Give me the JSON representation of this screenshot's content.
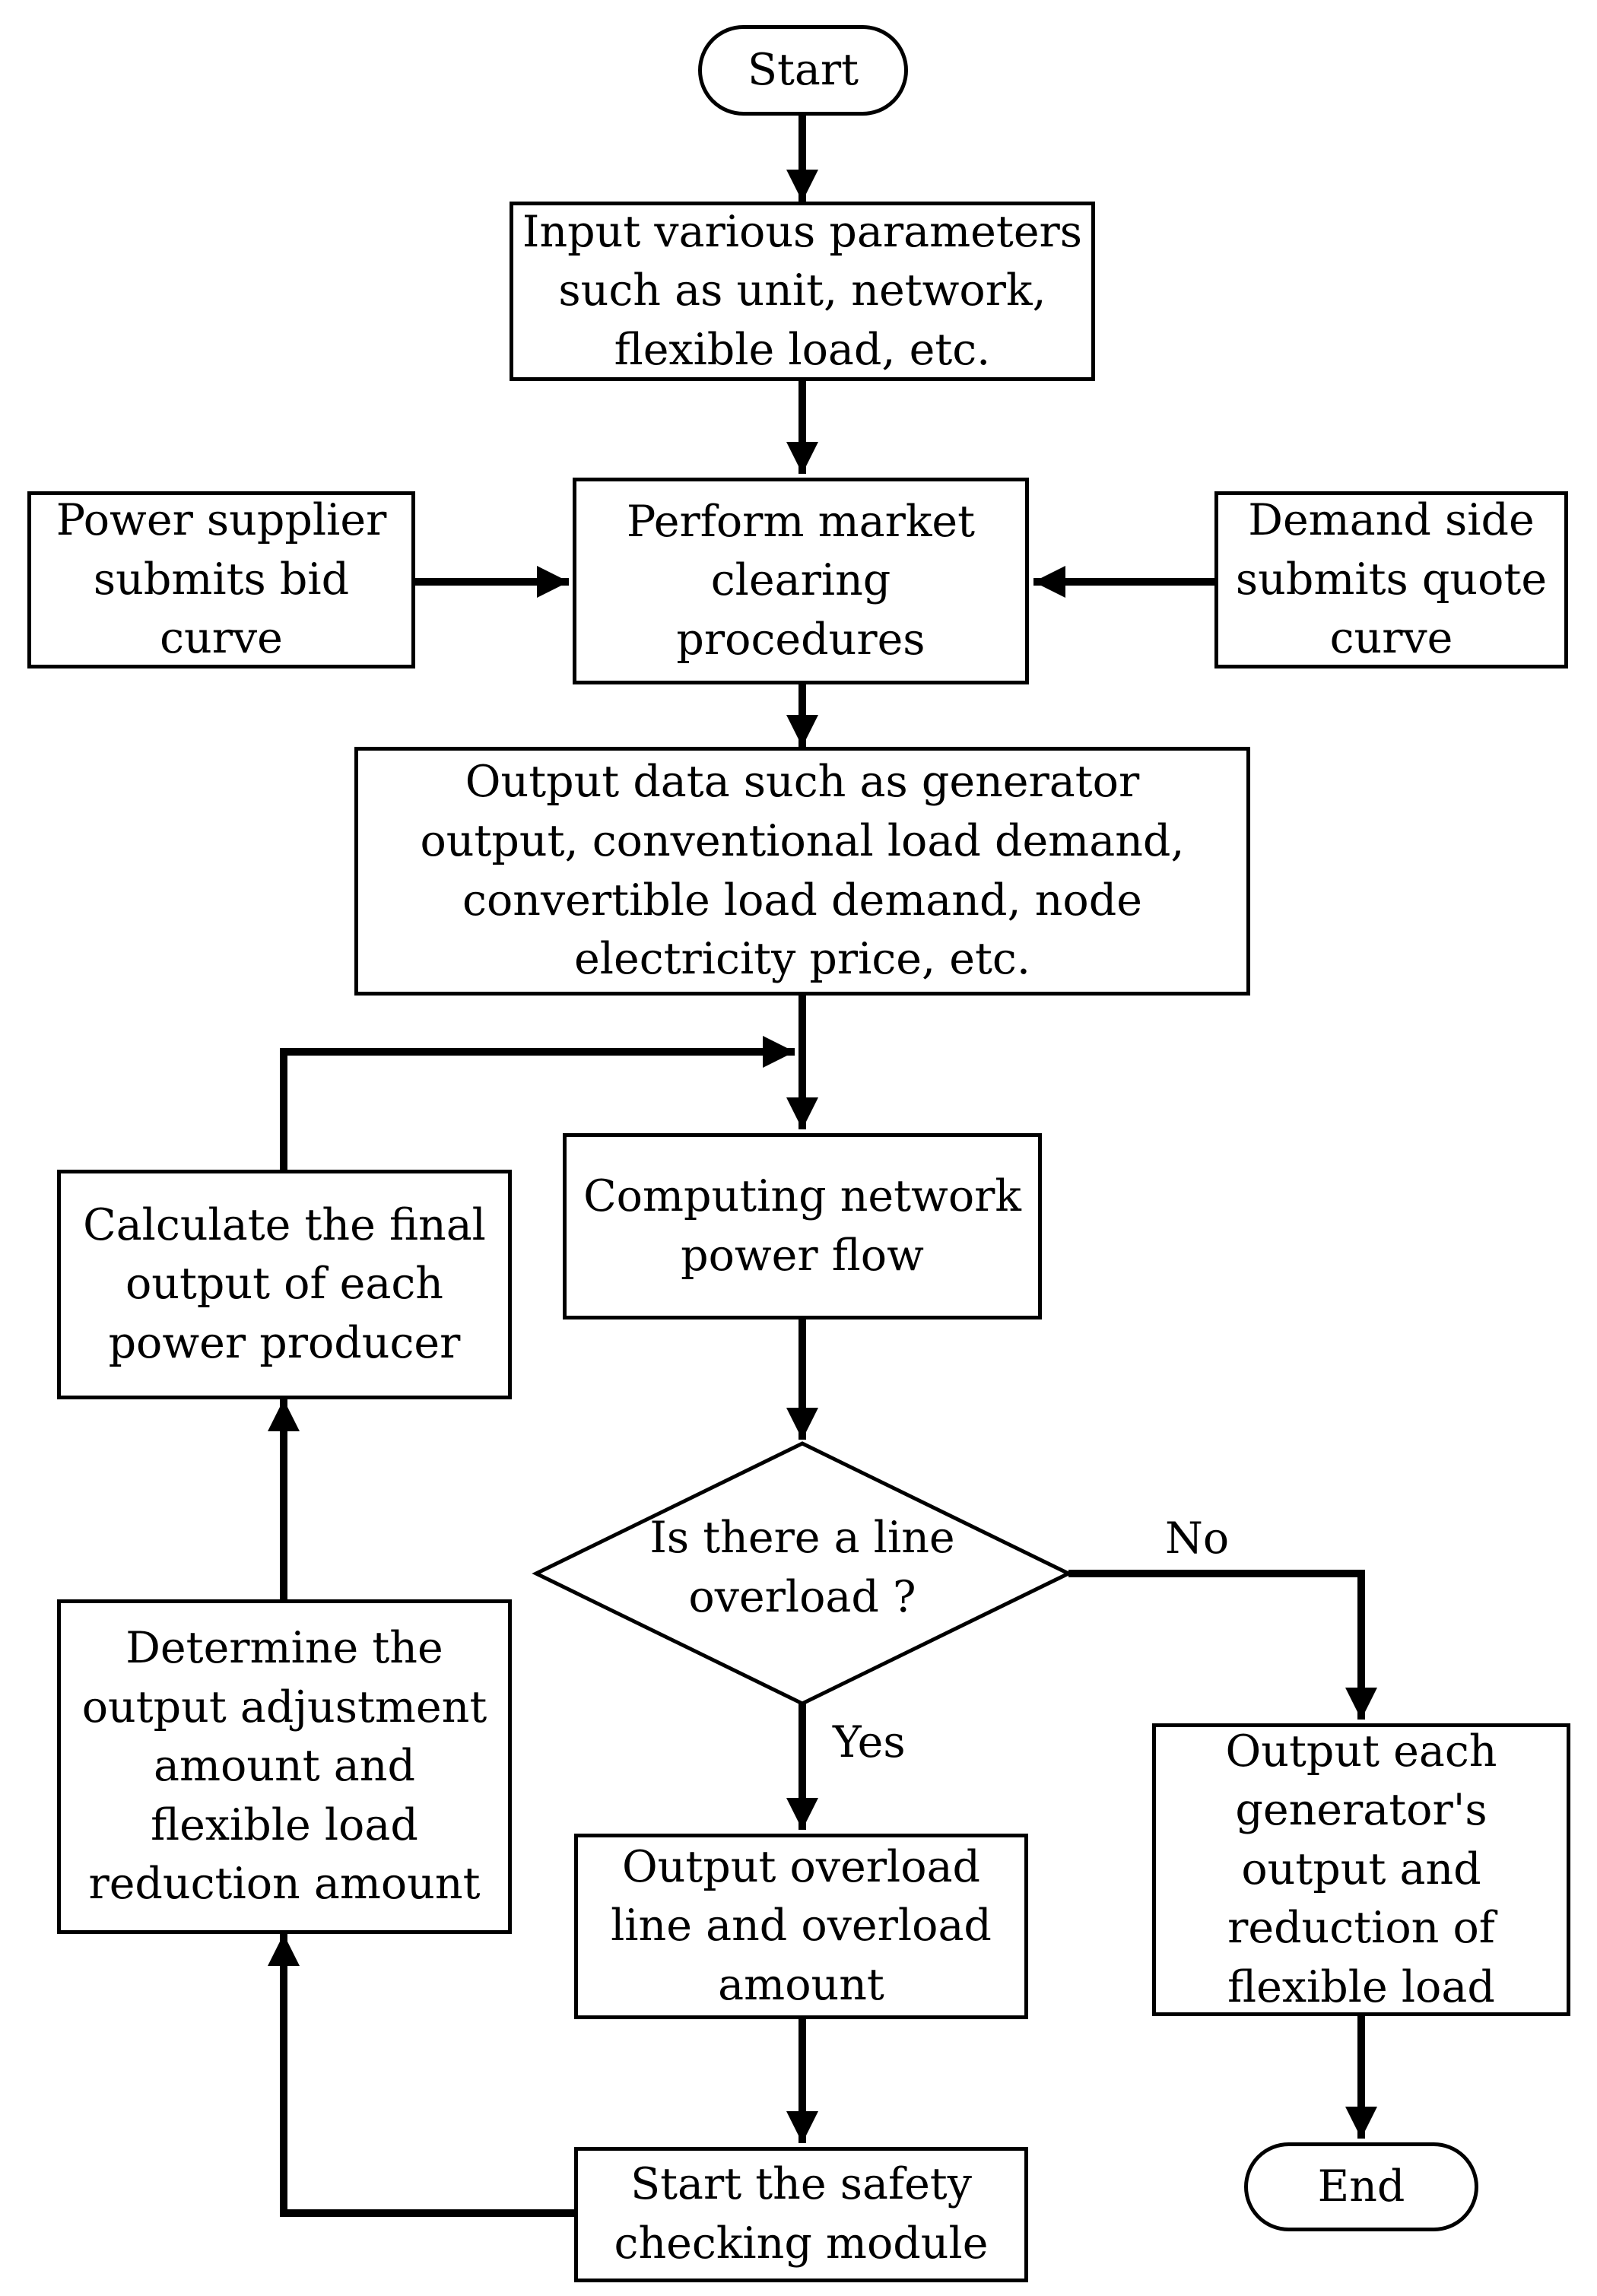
{
  "flowchart": {
    "start": "Start",
    "end": "End",
    "input_params": "Input various parameters\nsuch as unit, network,\nflexible load, etc.",
    "power_supplier": "Power supplier\nsubmits bid\ncurve",
    "market_clearing": "Perform market\nclearing\nprocedures",
    "demand_side": "Demand side\nsubmits quote\ncurve",
    "output_data": "Output data such as generator\noutput, conventional load demand,\nconvertible load demand, node\nelectricity price, etc.",
    "computing_flow": "Computing network\npower flow",
    "calculate_final": "Calculate the final\noutput of each\npower producer",
    "decision": "Is there a line\noverload ?",
    "label_no": "No",
    "label_yes": "Yes",
    "determine_adjustment": "Determine the\noutput adjustment\namount and\nflexible load\nreduction amount",
    "output_overload": "Output overload\nline and overload\namount",
    "output_each_generator": "Output each\ngenerator's\noutput and\nreduction of\nflexible load",
    "safety_checking": "Start the safety\nchecking module"
  }
}
